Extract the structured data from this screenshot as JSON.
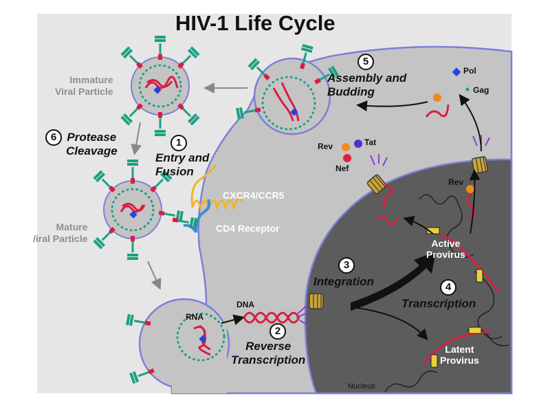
{
  "title": "HIV-1 Life Cycle",
  "immature_label": "Immature\nViral Particle",
  "mature_label": "Mature\nViral Particle",
  "mature_label_visible": "Mature\n/iral Particle",
  "steps": [
    {
      "num": "1",
      "label": "Entry and\nFusion"
    },
    {
      "num": "2",
      "label": "Reverse\nTranscription"
    },
    {
      "num": "3",
      "label": "Integration"
    },
    {
      "num": "4",
      "label": "Transcription"
    },
    {
      "num": "5",
      "label": "Assembly and\nBudding"
    },
    {
      "num": "6",
      "label": "Protease\nCleavage"
    }
  ],
  "receptors": {
    "coreceptor": "CXCR4/CCR5",
    "cd4": "CD4 Receptor"
  },
  "molecules": {
    "rna": "RNA",
    "dna": "DNA"
  },
  "proteins": {
    "rev": "Rev",
    "tat": "Tat",
    "nef": "Nef",
    "pol": "Pol",
    "gag": "Gag",
    "rev2": "Rev"
  },
  "provirus": {
    "active": "Active\nProvirus",
    "latent": "Latent\nProvirus"
  },
  "nucleus_label": "Nucleus",
  "colors": {
    "cell": "#c4c4c4",
    "nucleus": "#5c5c5c",
    "membrane": "#7b80d8",
    "rna": "#d81e43",
    "dots": "#1d9f82",
    "spike": "#1d9f82",
    "coreceptor": "#f0b429",
    "cd4": "#3d8fd8",
    "pore": "#c9a436",
    "tat": "#5a2ad6",
    "rev": "#f08a1c",
    "nef": "#e01f3d",
    "pol": "#2244dd"
  }
}
